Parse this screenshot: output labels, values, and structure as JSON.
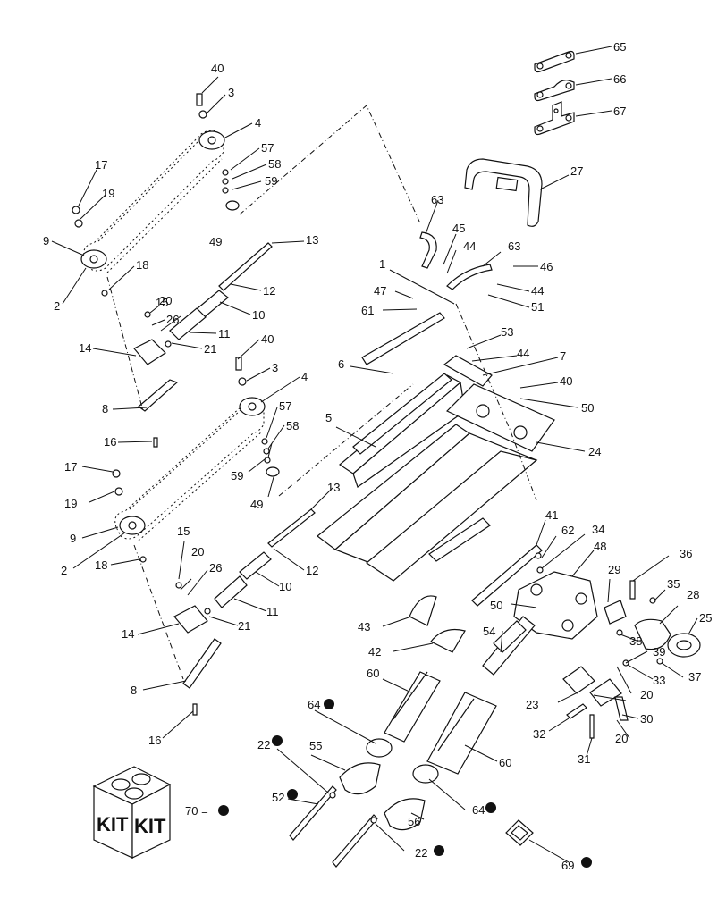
{
  "callouts": {
    "c65": "65",
    "c66": "66",
    "c67": "67",
    "c27": "27",
    "c40a": "40",
    "c3a": "3",
    "c4a": "4",
    "c57a": "57",
    "c58a": "58",
    "c59a": "59",
    "c49a": "49",
    "c17a": "17",
    "c19a": "19",
    "c9a": "9",
    "c2a": "2",
    "c18a": "18",
    "c13a": "13",
    "c12a": "12",
    "c10a": "10",
    "c11a": "11",
    "c21a": "21",
    "c15a": "15",
    "c20a": "20",
    "c26a": "26",
    "c14a": "14",
    "c8a": "8",
    "c16a": "16",
    "c40b": "40",
    "c3b": "3",
    "c4b": "4",
    "c57b": "57",
    "c58b": "58",
    "c59b": "59",
    "c49b": "49",
    "c17b": "17",
    "c19b": "19",
    "c9b": "9",
    "c2b": "2",
    "c18b": "18",
    "c13b": "13",
    "c12b": "12",
    "c10b": "10",
    "c11b": "11",
    "c21b": "21",
    "c15b": "15",
    "c20b": "20",
    "c26b": "26",
    "c14b": "14",
    "c8b": "8",
    "c16b": "16",
    "c63a": "63",
    "c45": "45",
    "c44a": "44",
    "c63b": "63",
    "c46": "46",
    "c44b": "44",
    "c51": "51",
    "c1": "1",
    "c47": "47",
    "c61": "61",
    "c53": "53",
    "c44c": "44",
    "c7": "7",
    "c40c": "40",
    "c50a": "50",
    "c6": "6",
    "c5": "5",
    "c24": "24",
    "c41": "41",
    "c62": "62",
    "c34": "34",
    "c48": "48",
    "c36": "36",
    "c29": "29",
    "c35": "35",
    "c28": "28",
    "c25": "25",
    "c50b": "50",
    "c54": "54",
    "c43": "43",
    "c42": "42",
    "c38": "38",
    "c39": "39",
    "c33": "33",
    "c37": "37",
    "c20c": "20",
    "c20d": "20",
    "c23": "23",
    "c30": "30",
    "c32": "32",
    "c31": "31",
    "c60a": "60",
    "c60b": "60",
    "c64a": "64",
    "c64b": "64",
    "c55": "55",
    "c56": "56",
    "c22a": "22",
    "c22b": "22",
    "c52": "52",
    "c69": "69"
  },
  "kit": {
    "word_left": "KIT",
    "word_right": "KIT",
    "legend_number": "70 =",
    "marker": "filled-circle"
  }
}
